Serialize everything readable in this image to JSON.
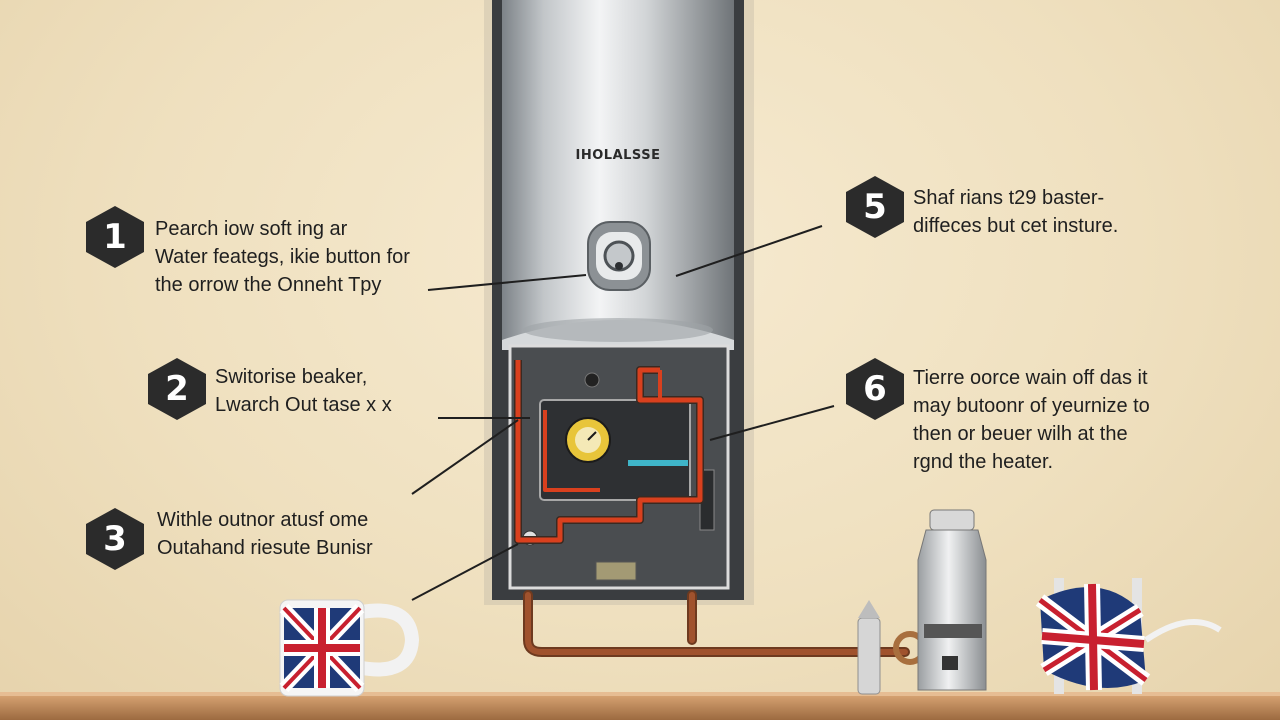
{
  "heater": {
    "brand_label": "IHOLALSSE"
  },
  "callouts": [
    {
      "number": "1",
      "lines": [
        "Pearch iow soft ing ar",
        "Water feategs, ikie button for",
        "the orrow the Onneht Tpy"
      ]
    },
    {
      "number": "2",
      "lines": [
        "Switorise beaker,",
        "Lwarch Out tase x x"
      ]
    },
    {
      "number": "3",
      "lines": [
        "Withle outnor atusf ome",
        "Outahand riesute Bunisr"
      ]
    },
    {
      "number": "5",
      "lines": [
        "Shaf rians t29 baster-",
        "diffeces but cet insture."
      ]
    },
    {
      "number": "6",
      "lines": [
        "Tierre oorce wain off das it",
        "may butoonr of yeurnize to",
        "then or beuer wilh at the",
        "rgnd the heater."
      ]
    }
  ],
  "colors": {
    "badge": "#2b2b2b",
    "pipe_red": "#d9401e",
    "copper": "#a0522d",
    "tank_silver": "#c9ccce",
    "shelf": "#c08a5a"
  }
}
